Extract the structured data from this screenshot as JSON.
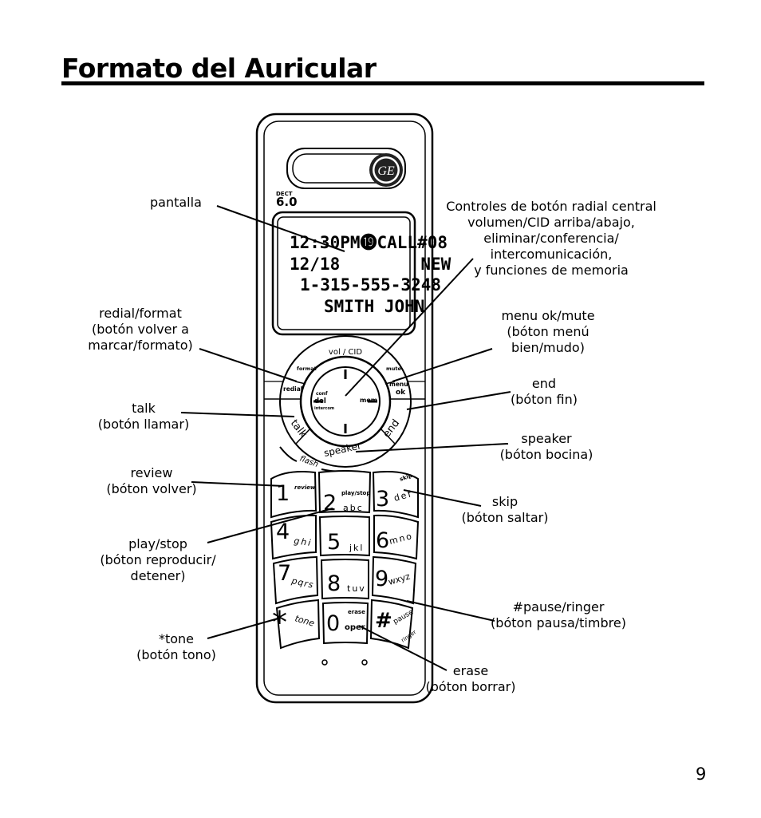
{
  "page": {
    "title": "Formato del Auricular",
    "number": "9"
  },
  "phone": {
    "brand_logo": "GE",
    "dect_badge": "6.0",
    "dect_small": "DECT",
    "screen_lines": [
      "12:30PM⓳CALL#08",
      "12/18        NEW",
      "1-315-555-3248",
      "SMITH JOHN"
    ],
    "nav": {
      "top": "vol / CID",
      "left_top": "conf",
      "left_mid": "del",
      "left_bot": "intercom",
      "right": "mem",
      "format": "format",
      "redial": "redial",
      "mute": "mute",
      "menu": "menu",
      "ok": "ok",
      "talk": "talk",
      "end": "end",
      "speaker": "speaker",
      "flash": "flash"
    },
    "keys": [
      {
        "num": "1",
        "sub": "review"
      },
      {
        "num": "2",
        "sub": "abc",
        "top": "play/stop"
      },
      {
        "num": "3",
        "sub": "def",
        "top": "skip"
      },
      {
        "num": "4",
        "sub": "ghi"
      },
      {
        "num": "5",
        "sub": "jkl"
      },
      {
        "num": "6",
        "sub": "mno"
      },
      {
        "num": "7",
        "sub": "pqrs"
      },
      {
        "num": "8",
        "sub": "tuv"
      },
      {
        "num": "9",
        "sub": "wxyz"
      },
      {
        "num": "*",
        "sub": "tone"
      },
      {
        "num": "0",
        "sub": "oper",
        "top": "erase"
      },
      {
        "num": "#",
        "sub": "pause",
        "top": "ringer"
      }
    ]
  },
  "labels": {
    "pantalla": "pantalla",
    "controls": [
      "Controles de botón radial central",
      "volumen/CID arriba/abajo,",
      "eliminar/conferencia/",
      "intercomunicación,",
      "y funciones de memoria"
    ],
    "redial": [
      "redial/format",
      "(botón volver a",
      "marcar/formato)"
    ],
    "menu": [
      "menu ok/mute",
      "(bóton menú",
      "bien/mudo)"
    ],
    "end": [
      "end",
      "(bóton fin)"
    ],
    "talk": [
      "talk",
      "(botón llamar)"
    ],
    "speaker": [
      "speaker",
      "(bóton bocina)"
    ],
    "review": [
      "review",
      "(bóton volver)"
    ],
    "skip": [
      "skip",
      "(bóton saltar)"
    ],
    "play": [
      "play/stop",
      "(bóton reproducir/",
      "detener)"
    ],
    "pause": [
      "#pause/ringer",
      "(bóton pausa/timbre)"
    ],
    "tone": [
      "*tone",
      "(botón tono)"
    ],
    "erase": [
      "erase",
      "(bóton borrar)"
    ]
  }
}
